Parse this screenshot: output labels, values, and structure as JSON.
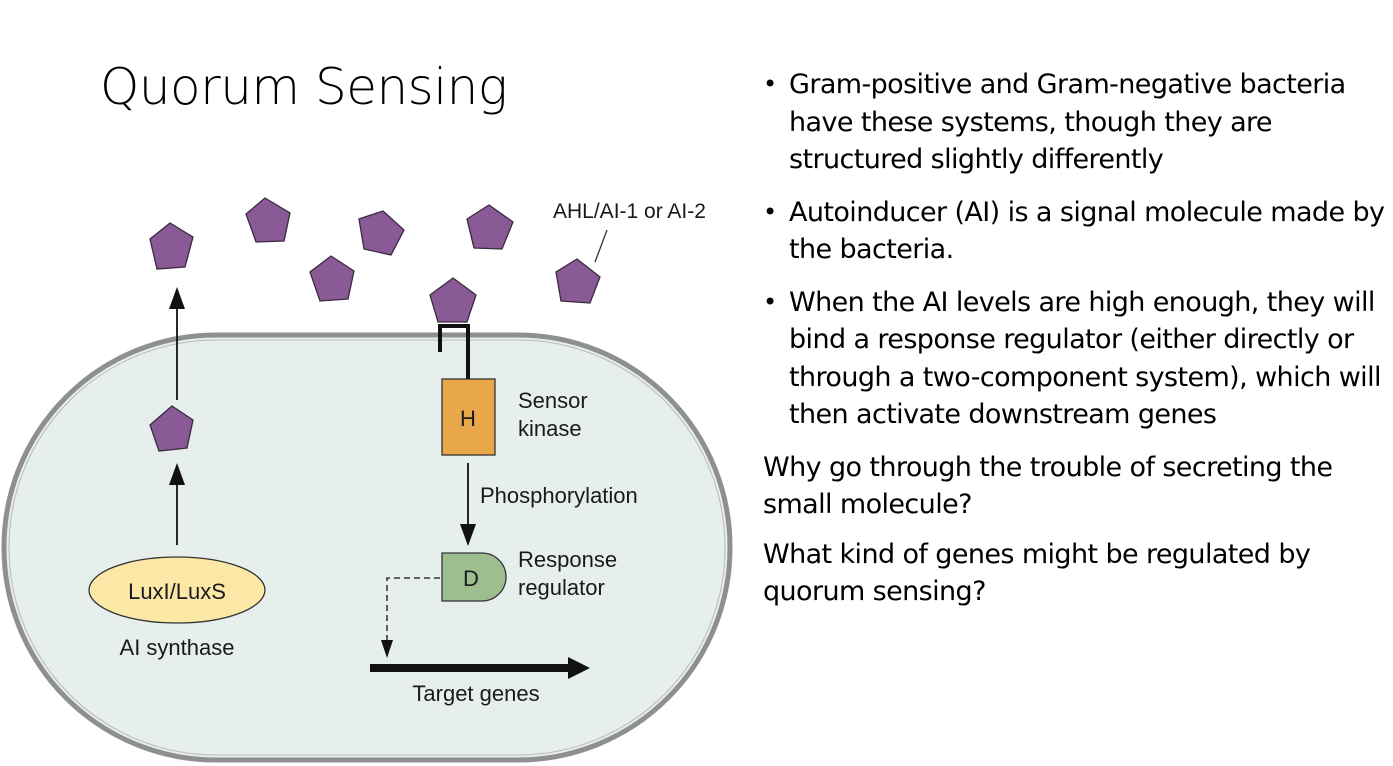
{
  "title": "Quorum Sensing",
  "diagram": {
    "ahl_label": "AHL/AI-1 or AI-2",
    "sensor_letter": "H",
    "sensor_label_1": "Sensor",
    "sensor_label_2": "kinase",
    "phosphorylation_label": "Phosphorylation",
    "regulator_letter": "D",
    "regulator_label_1": "Response",
    "regulator_label_2": "regulator",
    "synthase_name": "LuxI/LuxS",
    "synthase_label": "AI synthase",
    "target_label": "Target genes",
    "colors": {
      "cytoplasm": "#e6efec",
      "membrane": "#8f8f8f",
      "autoinducer": "#8a5a96",
      "sensor_kinase": "#e8a84a",
      "response_regulator": "#9dbf90",
      "synthase": "#fbe8a6"
    }
  },
  "bullets": [
    "Gram-positive and Gram-negative bacteria have these systems, though they are structured slightly differently",
    "Autoinducer (AI) is a signal molecule made by the bacteria.",
    "When the AI levels are high enough, they will bind a response regulator (either directly or through a two-component system), which will then activate downstream genes"
  ],
  "questions": [
    "Why go through the trouble of secreting the small molecule?",
    "What kind of genes might be regulated by quorum sensing?"
  ]
}
